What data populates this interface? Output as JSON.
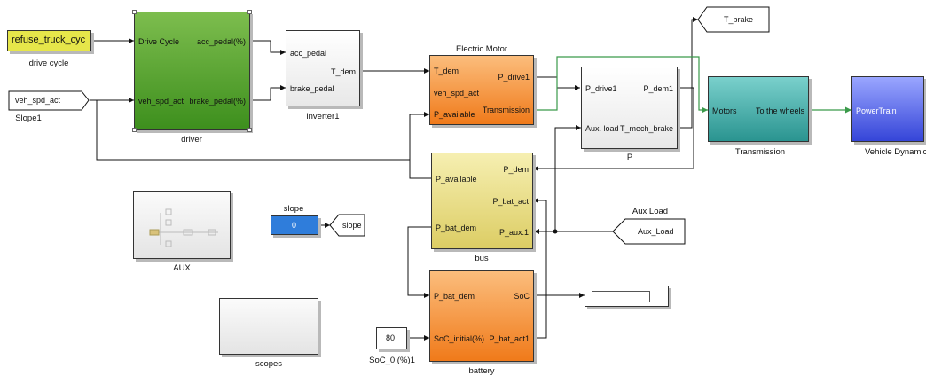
{
  "blocks": {
    "drive_cycle": {
      "value": "refuse_truck_cyc",
      "caption": "drive cycle"
    },
    "slope1": {
      "value": "veh_spd_act",
      "caption": "Slope1"
    },
    "driver": {
      "caption": "driver",
      "in1": "Drive Cycle",
      "in2": "veh_spd_act",
      "out1": "acc_pedal(%)",
      "out2": "brake_pedal(%)"
    },
    "inverter1": {
      "caption": "inverter1",
      "in1": "acc_pedal",
      "in2": "brake_pedal",
      "out1": "T_dem"
    },
    "electric_motor": {
      "title": "Electric Motor",
      "in1": "T_dem",
      "in2": "veh_spd_act",
      "in3": "P_available",
      "out1": "P_drive1",
      "out2": "Transmission"
    },
    "p_block": {
      "caption": "P",
      "in1": "P_drive1",
      "in2": "Aux. load",
      "out1": "P_dem1",
      "out2": "T_mech_brake"
    },
    "t_brake": {
      "label": "T_brake"
    },
    "transmission": {
      "caption": "Transmission",
      "in1": "Motors",
      "out1": "To the wheels"
    },
    "vehicle": {
      "caption": "Vehicle Dynamic",
      "in1": "PowerTrain"
    },
    "bus": {
      "caption": "bus",
      "in1": "P_available",
      "in2": "P_bat_dem",
      "out1": "P_dem",
      "out2": "P_bat_act",
      "out3": "P_aux.1"
    },
    "aux_load": {
      "title": "Aux Load",
      "label": "Aux_Load"
    },
    "aux": {
      "caption": "AUX"
    },
    "slope_const": {
      "title": "slope",
      "value": "0"
    },
    "slope_goto": {
      "label": "slope"
    },
    "scopes": {
      "caption": "scopes"
    },
    "battery": {
      "caption": "battery",
      "in1": "P_bat_dem",
      "in2": "SoC_initial(%)",
      "out1": "SoC",
      "out2": "P_bat_act1"
    },
    "soc_const": {
      "value": "80",
      "caption": "SoC_0 (%)1"
    }
  },
  "colors": {
    "line": "#111111",
    "green_line": "#3a9a4a"
  }
}
